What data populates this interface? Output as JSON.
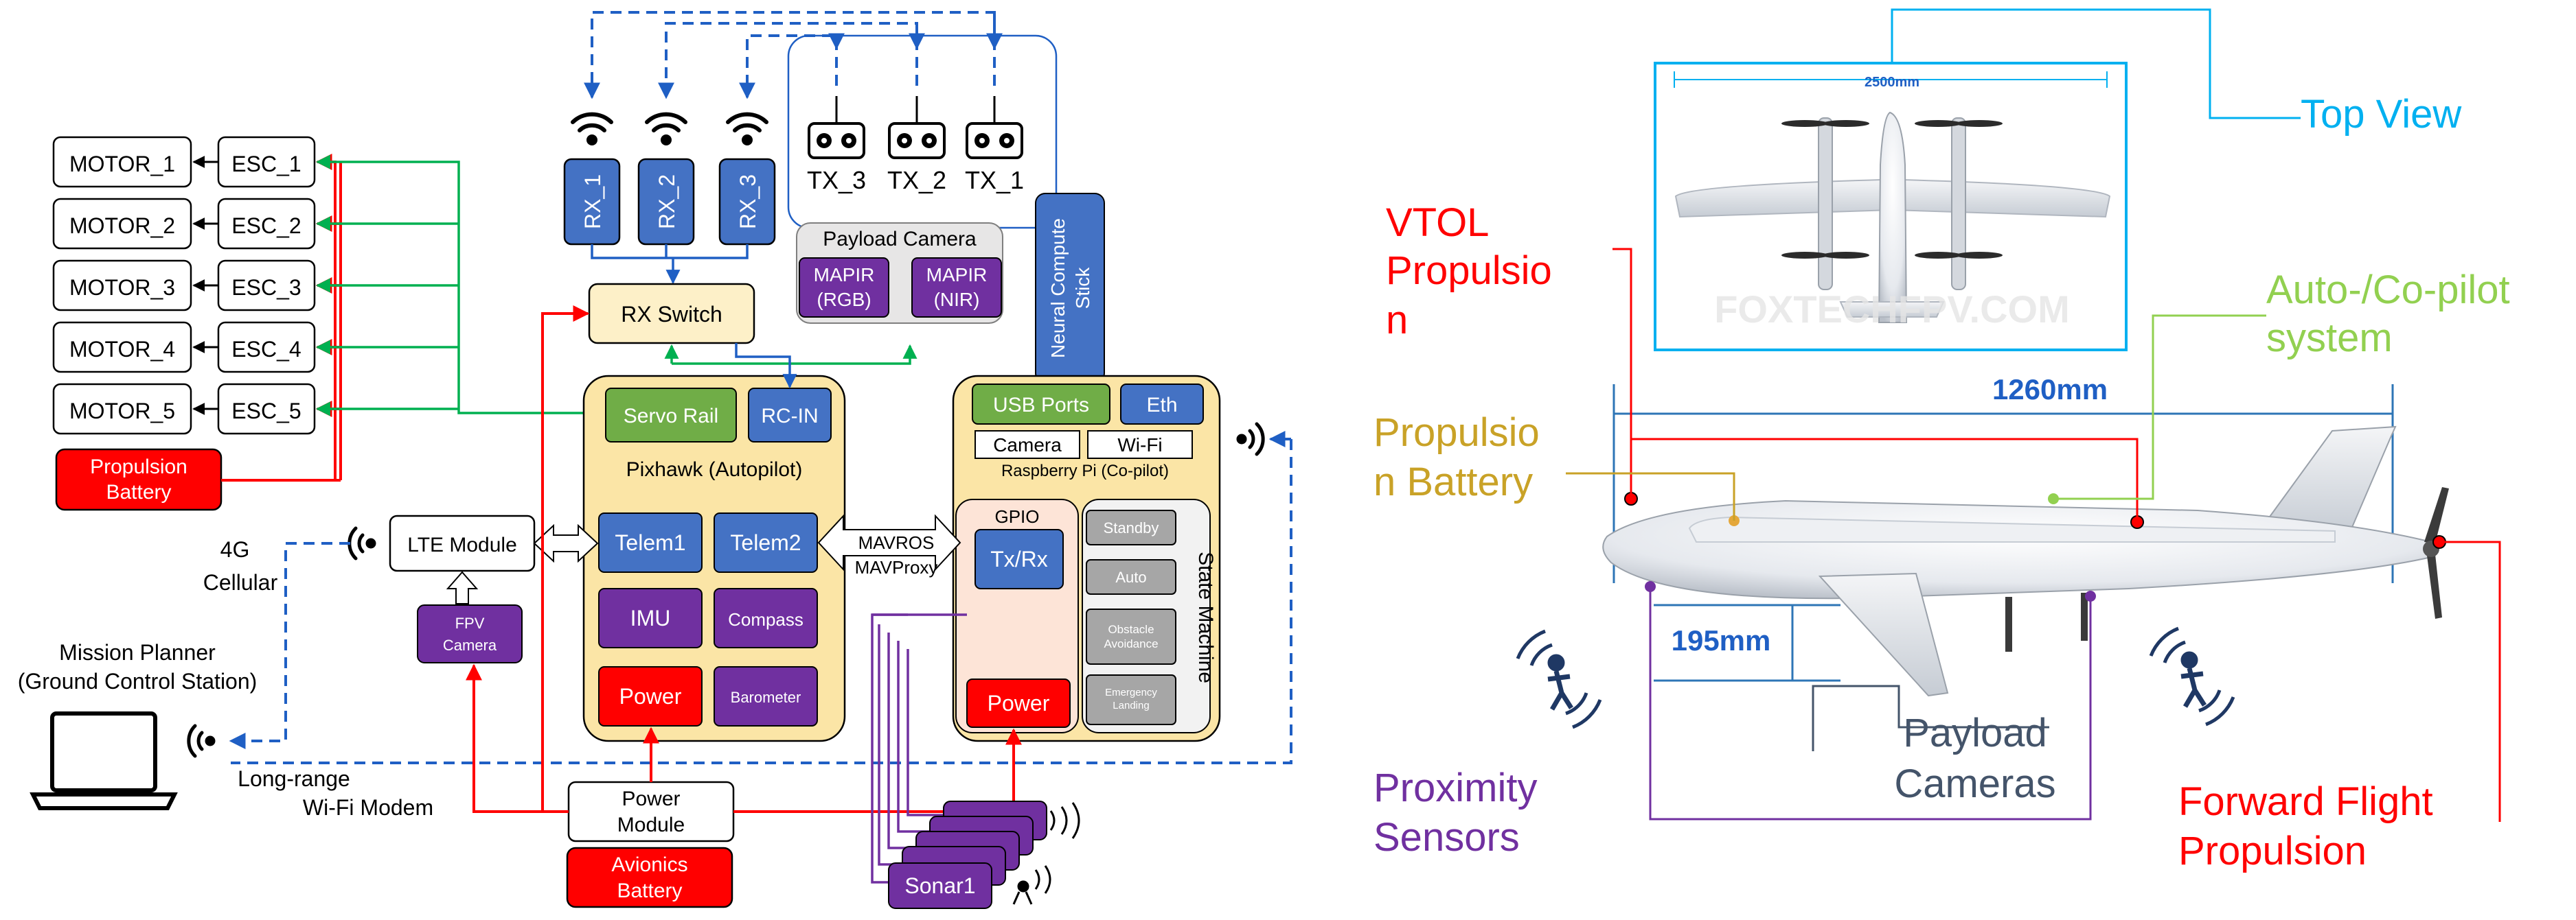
{
  "system_diagram": {
    "motors": [
      "MOTOR_1",
      "MOTOR_2",
      "MOTOR_3",
      "MOTOR_4",
      "MOTOR_5"
    ],
    "escs": [
      "ESC_1",
      "ESC_2",
      "ESC_3",
      "ESC_4",
      "ESC_5"
    ],
    "propulsion_battery": [
      "Propulsion",
      "Battery"
    ],
    "receivers": [
      "RX_1",
      "RX_2",
      "RX_3"
    ],
    "transmitters": [
      "TX_3",
      "TX_2",
      "TX_1"
    ],
    "payload_camera": {
      "title": "Payload Camera",
      "cam_rgb": [
        "MAPIR",
        "(RGB)"
      ],
      "cam_nir": [
        "MAPIR",
        "(NIR)"
      ]
    },
    "neural_stick": [
      "Neural Compute",
      "Stick"
    ],
    "rx_switch": "RX Switch",
    "pixhawk": {
      "servo_rail": "Servo Rail",
      "rc_in": "RC-IN",
      "title": "Pixhawk (Autopilot)",
      "telem1": "Telem1",
      "telem2": "Telem2",
      "imu": "IMU",
      "compass": "Compass",
      "power": "Power",
      "barometer": "Barometer"
    },
    "raspberry_pi": {
      "usb_ports": "USB Ports",
      "eth": "Eth",
      "camera": "Camera",
      "wifi": "Wi-Fi",
      "title": "Raspberry Pi (Co-pilot)",
      "gpio": "GPIO",
      "txrx": "Tx/Rx",
      "power": "Power",
      "state_machine": "State Machine",
      "states": [
        "Standby",
        "Auto",
        "Obstacle Avoidance",
        "Emergency Landing"
      ]
    },
    "mavros": [
      "MAVROS",
      "MAVProxy"
    ],
    "lte_module": "LTE Module",
    "cellular": [
      "4G",
      "Cellular"
    ],
    "fpv_camera": [
      "FPV",
      "Camera"
    ],
    "mission_planner": [
      "Mission Planner",
      "(Ground Control Station)"
    ],
    "wifi_modem": [
      "Long-range",
      "Wi-Fi Modem"
    ],
    "power_module": [
      "Power",
      "Module"
    ],
    "avionics_battery": [
      "Avionics",
      "Battery"
    ],
    "sonar": "Sonar1"
  },
  "aircraft": {
    "top_view": "Top View",
    "wingspan": "2500mm",
    "length": "1260mm",
    "height": "195mm",
    "watermark": "FOXTECHFPV.COM",
    "vtol": [
      "VTOL",
      "Propulsio",
      "n"
    ],
    "prop_battery": [
      "Propulsio",
      "n Battery"
    ],
    "autopilot": [
      "Auto-/Co-pilot",
      "system"
    ],
    "payload_cams": [
      "Payload",
      "Cameras"
    ],
    "proximity": [
      "Proximity",
      "Sensors"
    ],
    "forward": [
      "Forward Flight",
      "Propulsion"
    ]
  },
  "colors": {
    "blue_box": "#4472c4",
    "green_box": "#70ad47",
    "purple_box": "#7030a0",
    "red_box": "#ff0000",
    "panel_yellow": "#fbe5a6",
    "rx_switch_fill": "#fdf0c8",
    "gray_state": "#a6a6a6",
    "line_green": "#00b050",
    "line_red": "#ff0000",
    "line_blue": "#1f5fc4",
    "label_cyan": "#00b0f0",
    "label_red": "#ff0000",
    "label_gold": "#c9a227",
    "label_lime": "#92d050",
    "label_gray": "#44546a",
    "label_purple": "#7030a0"
  }
}
